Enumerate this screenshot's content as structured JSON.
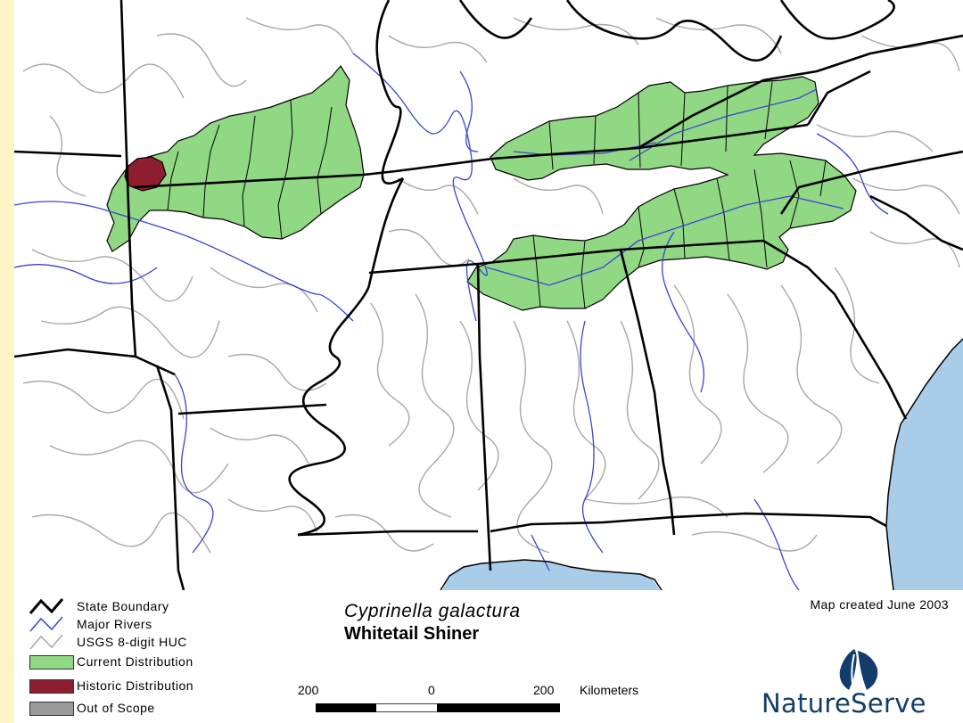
{
  "map": {
    "colors": {
      "land": "#ffffff",
      "water": "#a9cce9",
      "current": "#91d884",
      "historic": "#8e1d30",
      "huc": "#a8a8a8",
      "river": "#3a44d2",
      "state": "#000000"
    }
  },
  "legend": {
    "items": [
      {
        "label": "State Boundary",
        "symbol": "state-line",
        "color": "#000000"
      },
      {
        "label": "Major Rivers",
        "symbol": "river-line",
        "color": "#3a44d2"
      },
      {
        "label": "USGS 8-digit HUC",
        "symbol": "huc-line",
        "color": "#a8a8a8"
      },
      {
        "label": "Current Distribution",
        "symbol": "fill",
        "color": "#91d884"
      },
      {
        "label": "Historic Distribution",
        "symbol": "fill",
        "color": "#8e1d30"
      },
      {
        "label": "Out of Scope",
        "symbol": "fill",
        "color": "#9a9a9a"
      }
    ]
  },
  "title": {
    "scientific_name": "Cyprinella galactura",
    "common_name": "Whitetail Shiner"
  },
  "credit": {
    "created": "Map created June 2003",
    "logo_text": "NatureServe",
    "logo_color": "#123d6a"
  },
  "scale": {
    "labels": [
      "200",
      "0",
      "200"
    ],
    "units": "Kilometers"
  }
}
